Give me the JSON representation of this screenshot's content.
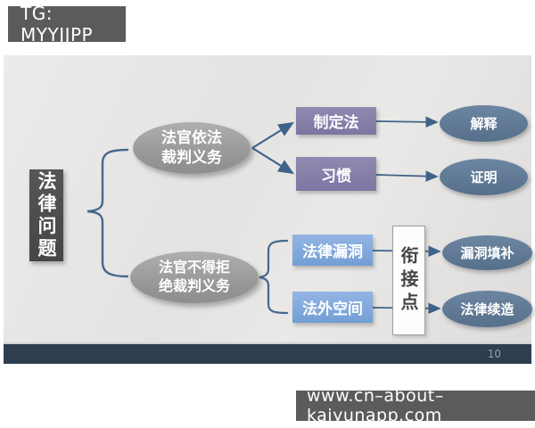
{
  "watermark_top": {
    "label": "TG: MYYJJPP"
  },
  "watermark_bottom": {
    "label": "www.cn–about–kaiyunapp.com"
  },
  "slide": {
    "page_number": "10",
    "root": {
      "label": "法律问题"
    },
    "branch_top": {
      "node": {
        "line1": "法官依法",
        "line2": "裁判义务"
      },
      "children": [
        {
          "label": "制定法",
          "result": "解释"
        },
        {
          "label": "习惯",
          "result": "证明"
        }
      ]
    },
    "branch_bottom": {
      "node": {
        "line1": "法官不得拒",
        "line2": "绝裁判义务"
      },
      "connector_label": "衔接点",
      "children": [
        {
          "label": "法律漏洞",
          "result": "漏洞填补"
        },
        {
          "label": "法外空间",
          "result": "法律续造"
        }
      ]
    },
    "colors": {
      "root_box": "#4a4a4a",
      "gray_node": "#9b9a99",
      "purple_box": "#837ca6",
      "blue_box": "#7ca3d9",
      "slate_ellipse": "#5d7994",
      "connector": "#44688e",
      "footer_bar": "#2d3e4f",
      "watermark_bg": "#5b5b5b",
      "slide_bg": "#e4e3e1"
    }
  }
}
